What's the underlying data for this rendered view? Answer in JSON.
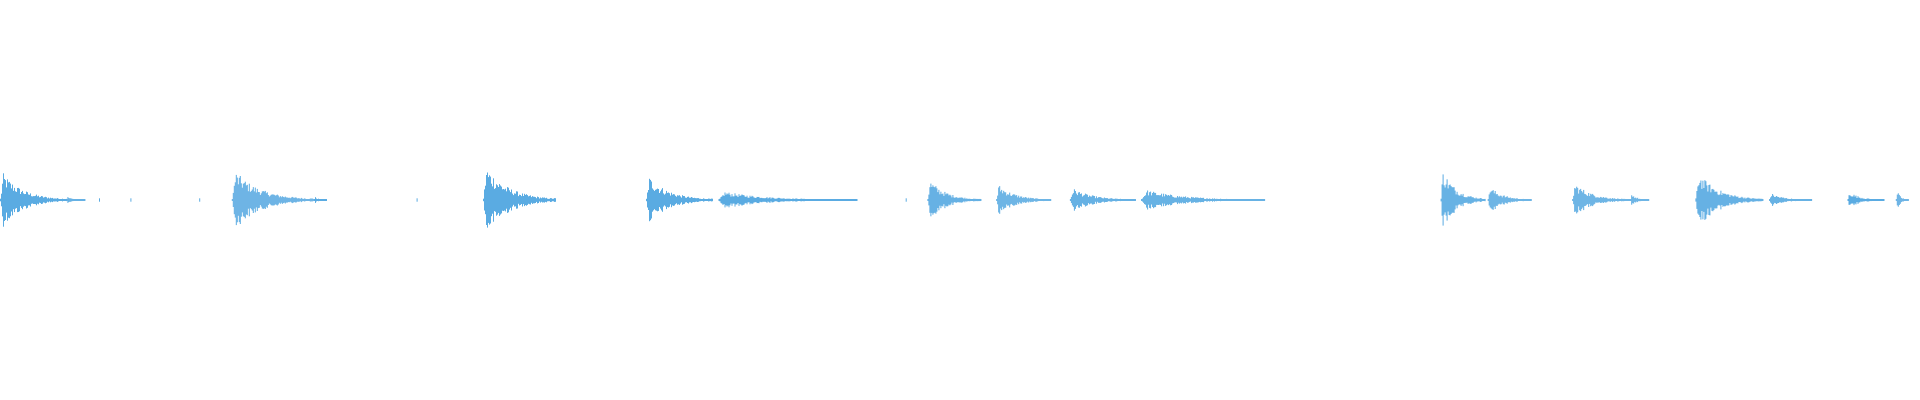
{
  "waveform": {
    "color": "#5aabe2",
    "peak_level": 1.0,
    "segments": [
      {
        "start_s": 0.0,
        "end_s": 0.55,
        "peak": 0.8
      },
      {
        "start_s": 0.55,
        "end_s": 0.7,
        "peak": 0.1
      },
      {
        "start_s": 1.92,
        "end_s": 2.6,
        "peak": 0.85
      },
      {
        "start_s": 2.6,
        "end_s": 2.7,
        "peak": 0.1
      },
      {
        "start_s": 4.0,
        "end_s": 4.6,
        "peak": 1.0
      },
      {
        "start_s": 5.35,
        "end_s": 5.9,
        "peak": 0.7
      },
      {
        "start_s": 5.95,
        "end_s": 7.1,
        "peak": 0.25
      },
      {
        "start_s": 7.68,
        "end_s": 8.12,
        "peak": 0.6
      },
      {
        "start_s": 8.25,
        "end_s": 8.7,
        "peak": 0.45
      },
      {
        "start_s": 8.86,
        "end_s": 9.4,
        "peak": 0.35
      },
      {
        "start_s": 9.45,
        "end_s": 10.47,
        "peak": 0.3
      },
      {
        "start_s": 11.93,
        "end_s": 12.3,
        "peak": 0.9
      },
      {
        "start_s": 12.32,
        "end_s": 12.68,
        "peak": 0.4
      },
      {
        "start_s": 13.02,
        "end_s": 13.5,
        "peak": 0.5
      },
      {
        "start_s": 13.5,
        "end_s": 13.65,
        "peak": 0.2
      },
      {
        "start_s": 14.04,
        "end_s": 14.6,
        "peak": 0.8
      },
      {
        "start_s": 14.65,
        "end_s": 15.0,
        "peak": 0.2
      },
      {
        "start_s": 15.3,
        "end_s": 15.6,
        "peak": 0.25
      },
      {
        "start_s": 15.7,
        "end_s": 15.8,
        "peak": 0.3
      }
    ],
    "clicks_s": [
      0.82,
      1.08,
      1.65,
      3.45,
      7.5
    ]
  }
}
